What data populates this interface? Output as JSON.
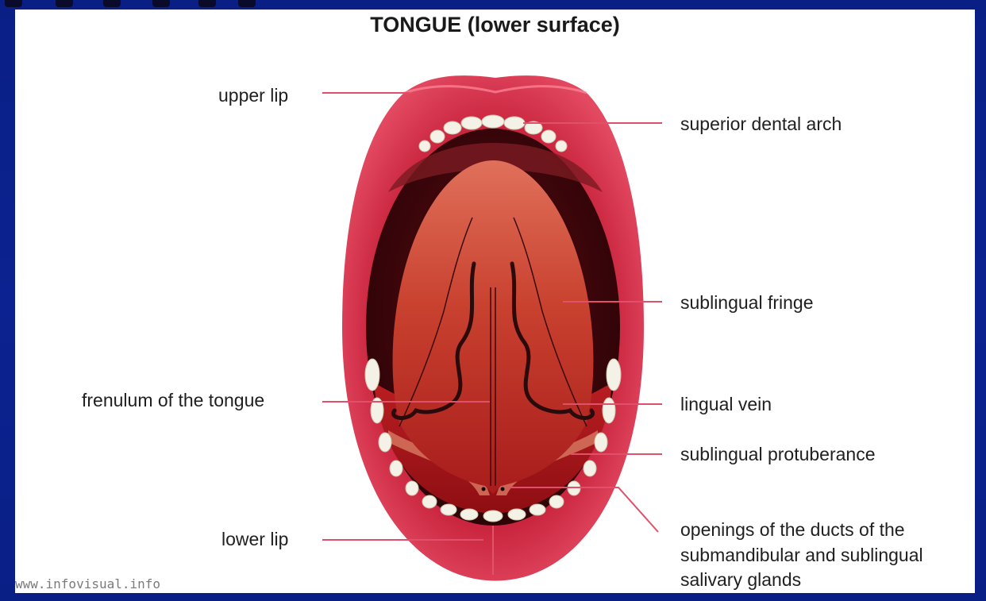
{
  "title": "TONGUE (lower surface)",
  "labels": {
    "upper_lip": "upper lip",
    "superior_dental_arch": "superior dental arch",
    "sublingual_fringe": "sublingual fringe",
    "frenulum": "frenulum of the tongue",
    "lingual_vein": "lingual vein",
    "sublingual_protuberance": "sublingual protuberance",
    "lower_lip": "lower lip",
    "openings_line1": "openings of the ducts of the",
    "openings_line2": "submandibular and sublingual",
    "openings_line3": "salivary glands"
  },
  "watermark": "www.infovisual.info",
  "colors": {
    "background": "#0a1f86",
    "panel": "#ffffff",
    "lip": "#d62d4a",
    "leader_line": "#e0506a",
    "tongue": "#c8302a",
    "vein": "#2a0a0a",
    "teeth": "#f4f1e6"
  }
}
